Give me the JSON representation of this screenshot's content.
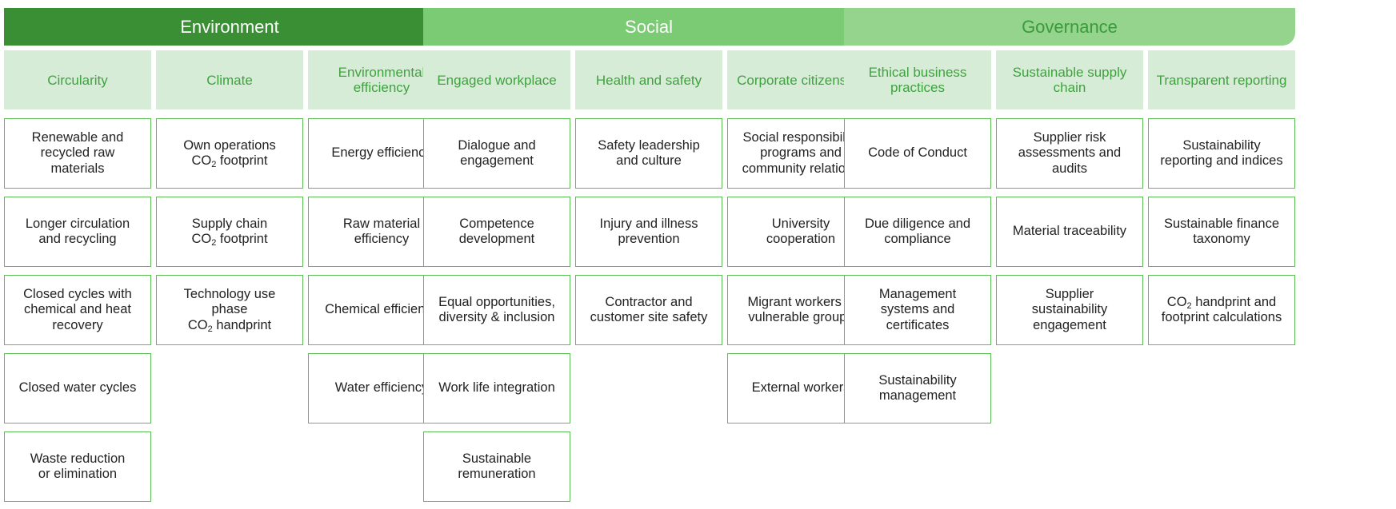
{
  "colors": {
    "environment_header": "#3a8f35",
    "social_header": "#7bcb74",
    "governance_header": "#94d48d",
    "category_fill": "#d7ecd6",
    "category_text": "#3ea33e",
    "card_border": "#5cbf55"
  },
  "pillars": [
    {
      "title": "Environment",
      "categories": [
        {
          "label": "Circularity",
          "items": [
            "Renewable and\nrecycled raw\nmaterials",
            "Longer circulation\nand recycling",
            "Closed cycles with\nchemical and heat\nrecovery",
            "Closed water cycles",
            "Waste reduction\nor elimination"
          ]
        },
        {
          "label": "Climate",
          "items": [
            "Own operations\nCO₂ footprint",
            "Supply chain\nCO₂ footprint",
            "Technology use\nphase\nCO₂ handprint"
          ]
        },
        {
          "label": "Environmental efficiency",
          "items": [
            "Energy efficiency",
            "Raw material\nefficiency",
            "Chemical efficiency",
            "Water efficiency"
          ]
        }
      ]
    },
    {
      "title": "Social",
      "categories": [
        {
          "label": "Engaged workplace",
          "items": [
            "Dialogue and\nengagement",
            "Competence\ndevelopment",
            "Equal opportunities,\ndiversity & inclusion",
            "Work life integration",
            "Sustainable\nremuneration"
          ]
        },
        {
          "label": "Health and safety",
          "items": [
            "Safety leadership\nand culture",
            "Injury and illness\nprevention",
            "Contractor and\ncustomer site safety"
          ]
        },
        {
          "label": "Corporate citizenship",
          "items": [
            "Social responsibility\nprograms and\ncommunity relations",
            "University\ncooperation",
            "Migrant workers &\nvulnerable groups",
            "External workers"
          ]
        }
      ]
    },
    {
      "title": "Governance",
      "categories": [
        {
          "label": "Ethical business practices",
          "items": [
            "Code of Conduct",
            "Due diligence and\ncompliance",
            "Management\nsystems and\ncertificates",
            "Sustainability\nmanagement"
          ]
        },
        {
          "label": "Sustainable supply chain",
          "items": [
            "Supplier risk\nassessments and\naudits",
            "Material traceability",
            "Supplier\nsustainability\nengagement"
          ]
        },
        {
          "label": "Transparent reporting",
          "items": [
            "Sustainability\nreporting and indices",
            "Sustainable finance\ntaxonomy",
            "CO₂ handprint and\nfootprint calculations"
          ]
        }
      ]
    }
  ]
}
